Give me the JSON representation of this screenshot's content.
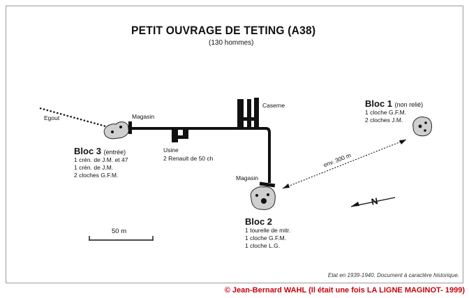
{
  "header": {
    "title": "PETIT OUVRAGE DE TETING (A38)",
    "subtitle": "(130 hommes)"
  },
  "labels": {
    "egout": "Egout",
    "magasin_left": "Magasin",
    "caserne": "Caserne",
    "usine": "Usine",
    "usine_detail": "2 Renault de 50 ch",
    "magasin_right": "Magasin",
    "distance": "env. 300 m",
    "north": "N",
    "scale": "50 m"
  },
  "blocs": {
    "bloc1": {
      "name": "Bloc 1",
      "qualifier": "(non relié)",
      "equipment": [
        "1 cloche G.F.M.",
        "2 cloches J.M."
      ]
    },
    "bloc2": {
      "name": "Bloc 2",
      "qualifier": "",
      "equipment": [
        "1 tourelle de mitr.",
        "1 cloche G.F.M.",
        "1 cloche L.G."
      ]
    },
    "bloc3": {
      "name": "Bloc 3",
      "qualifier": "(entrée)",
      "equipment": [
        "1 crén. de J.M. et 47",
        "1 crén. de J.M.",
        "2 cloches G.F.M."
      ]
    }
  },
  "footer": {
    "note": "Etat en 1939-1940. Document à caractère historique.",
    "copyright": "© Jean-Bernard WAHL (Il était une fois LA LIGNE MAGINOT- 1999)"
  },
  "colors": {
    "ink": "#111111",
    "blob": "#cfcfcf",
    "copyright": "#c8000a",
    "frame": "#9a9a9a"
  }
}
